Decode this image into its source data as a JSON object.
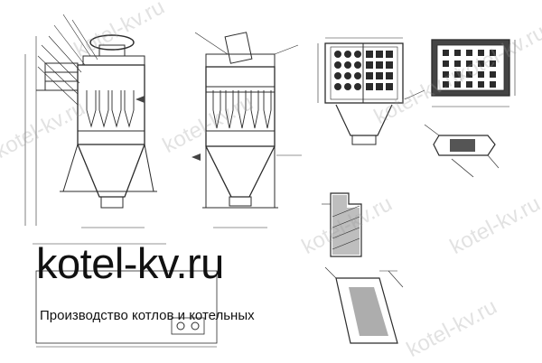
{
  "brand": {
    "site": "kotel-kv.ru",
    "tagline": "Производство котлов и котельных"
  },
  "watermark": {
    "text": "kotel-kv.ru"
  },
  "colors": {
    "ink": "#2b2b2b",
    "fill_dark": "#444444",
    "brand_text": "#111111",
    "watermark": "#b4b4b4"
  }
}
